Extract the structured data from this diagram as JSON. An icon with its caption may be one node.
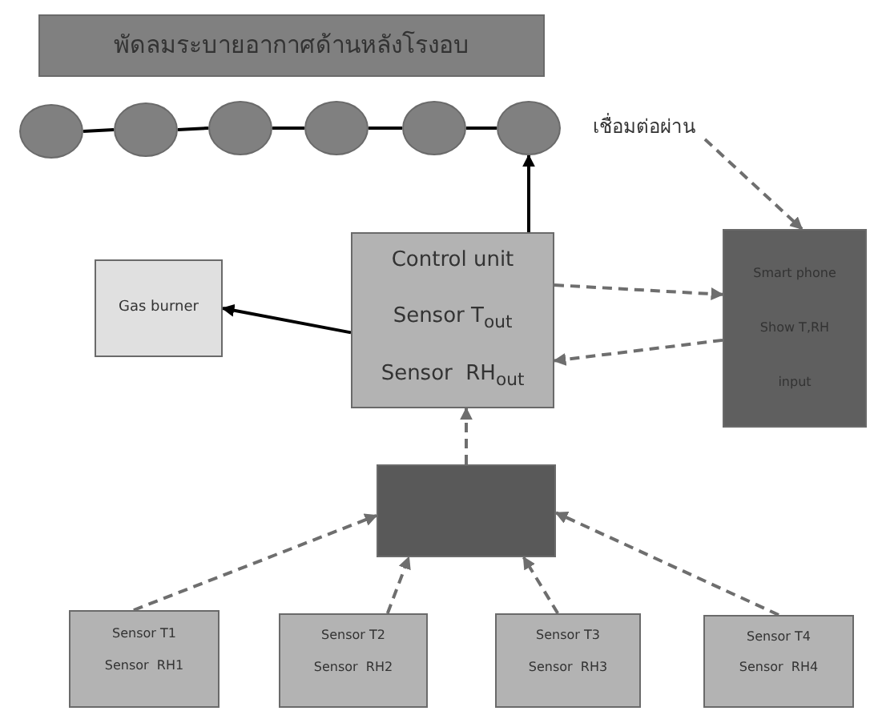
{
  "diagram": {
    "nodes": [
      {
        "text": [
          "พัดลมระบายอากาศด้านหลังโรงอบ"
        ]
      },
      {
        "text": [],
        "shape": "circle"
      },
      {
        "text": [],
        "shape": "circle"
      },
      {
        "text": [],
        "shape": "circle"
      },
      {
        "text": [],
        "shape": "circle"
      },
      {
        "text": [],
        "shape": "circle"
      },
      {
        "text": [],
        "shape": "circle"
      },
      {
        "text": [
          "เชื่อมต่อผ่าน"
        ]
      },
      {
        "text": [
          "Control unit",
          "Sensor T$_{out}$",
          "Sensor  RH$_{out}$"
        ]
      },
      {
        "text": [
          "Gas burner"
        ]
      },
      {
        "text": [
          "Smart phone",
          "Show T,RH",
          "input"
        ]
      },
      {
        "text": [],
        "shape": "box"
      },
      {
        "text": [
          "Sensor T1",
          "Sensor  RH1"
        ]
      },
      {
        "text": [
          "Sensor T2",
          "Sensor  RH2"
        ]
      },
      {
        "text": [
          "Sensor T3",
          "Sensor  RH3"
        ]
      },
      {
        "text": [
          "Sensor T4",
          "Sensor  RH4"
        ]
      }
    ],
    "edges": [
      {
        "from": 1,
        "to": 2,
        "arrow": "none",
        "color": "#000000"
      },
      {
        "from": 2,
        "to": 3,
        "arrow": "none",
        "color": "#000000"
      },
      {
        "from": 3,
        "to": 4,
        "arrow": "none",
        "color": "#000000"
      },
      {
        "from": 4,
        "to": 5,
        "arrow": "none",
        "color": "#000000"
      },
      {
        "from": 5,
        "to": 6,
        "arrow": "none",
        "color": "#000000"
      },
      {
        "from": 8,
        "to": 6,
        "arrow": "to",
        "color": "#000000"
      },
      {
        "from": 8,
        "to": 9,
        "arrow": "to",
        "color": "#000000"
      },
      {
        "from": 8,
        "to": 10,
        "arrow": "to",
        "style": "dashed"
      },
      {
        "from": 10,
        "to": 8,
        "arrow": "to",
        "style": "dashed"
      },
      {
        "from": 7,
        "to": 10,
        "arrow": "to",
        "style": "dashed"
      },
      {
        "from": 11,
        "to": 8,
        "arrow": "to",
        "style": "dashed"
      },
      {
        "from": 12,
        "to": 11,
        "arrow": "to",
        "style": "dashed"
      },
      {
        "from": 13,
        "to": 11,
        "arrow": "to",
        "style": "dashed"
      },
      {
        "from": 14,
        "to": 11,
        "arrow": "to",
        "style": "dashed"
      },
      {
        "from": 15,
        "to": 11,
        "arrow": "to",
        "style": "dashed"
      }
    ]
  }
}
